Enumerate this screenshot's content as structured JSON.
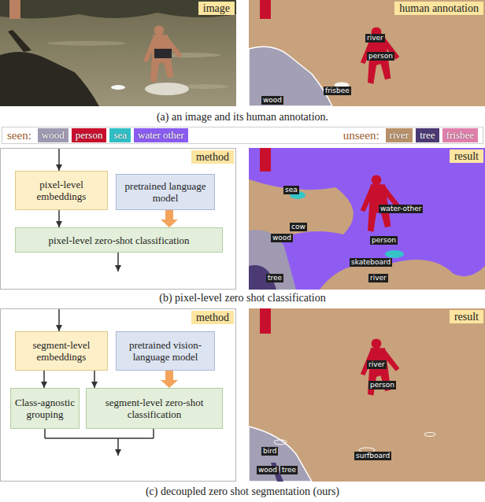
{
  "diagram": {
    "nodes": [
      {
        "text": [
          "image"
        ]
      },
      {
        "text": [
          "human annotation"
        ]
      },
      {
        "text": [
          "river"
        ],
        "in": 1
      },
      {
        "text": [
          "person"
        ],
        "in": 1
      },
      {
        "text": [
          "frisbee"
        ],
        "in": 1
      },
      {
        "text": [
          "wood"
        ],
        "in": 1
      },
      {
        "text": [
          "method"
        ]
      },
      {
        "text": [
          "pixel-level embeddings"
        ],
        "in": 6
      },
      {
        "text": [
          "pretrained language model"
        ],
        "in": 6
      },
      {
        "text": [
          "pixel-level zero-shot classification"
        ],
        "in": 6
      },
      {
        "text": [
          "result"
        ]
      },
      {
        "text": [
          "sea"
        ],
        "in": 10
      },
      {
        "text": [
          "water-other"
        ],
        "in": 10
      },
      {
        "text": [
          "cow"
        ],
        "in": 10
      },
      {
        "text": [
          "person"
        ],
        "in": 10
      },
      {
        "text": [
          "wood"
        ],
        "in": 10
      },
      {
        "text": [
          "skateboard"
        ],
        "in": 10
      },
      {
        "text": [
          "river"
        ],
        "in": 10
      },
      {
        "text": [
          "tree"
        ],
        "in": 10
      },
      {
        "text": [
          "method"
        ]
      },
      {
        "text": [
          "segment-level embeddings"
        ],
        "in": 19
      },
      {
        "text": [
          "pretrained vision-language model"
        ],
        "in": 19
      },
      {
        "text": [
          "Class-agnostic grouping"
        ],
        "in": 19
      },
      {
        "text": [
          "segment-level zero-shot classification"
        ],
        "in": 19
      },
      {
        "text": [
          "result"
        ]
      },
      {
        "text": [
          "river"
        ],
        "in": 24
      },
      {
        "text": [
          "person"
        ],
        "in": 24
      },
      {
        "text": [
          "bird"
        ],
        "in": 24
      },
      {
        "text": [
          "surfboard"
        ],
        "in": 24
      },
      {
        "text": [
          "wood"
        ],
        "in": 24
      },
      {
        "text": [
          "tree"
        ],
        "in": 24
      }
    ],
    "edges": [
      {
        "from": 7,
        "to": 9,
        "arrow": "to"
      },
      {
        "from": 8,
        "to": 9,
        "arrow": "to"
      },
      {
        "from": 20,
        "to": 22,
        "arrow": "to"
      },
      {
        "from": 20,
        "to": 23,
        "arrow": "to"
      },
      {
        "from": 21,
        "to": 23,
        "arrow": "to"
      }
    ],
    "labels": [
      "(a) an image and its human annotation.",
      "seen:",
      "unseen:",
      "(b) pixel-level zero shot classification",
      "(c) decoupled zero shot segmentation (ours)"
    ],
    "legend": [
      {
        "text": "wood",
        "color": "#9f9ab2"
      },
      {
        "text": "person",
        "color": "#c8102e"
      },
      {
        "text": "sea",
        "color": "#2fbfc4"
      },
      {
        "text": "water other",
        "color": "#8a5cf0"
      },
      {
        "text": "river",
        "color": "#b8916a"
      },
      {
        "text": "tree",
        "color": "#4b3a73"
      },
      {
        "text": "frisbee",
        "color": "#e07fab"
      }
    ]
  }
}
